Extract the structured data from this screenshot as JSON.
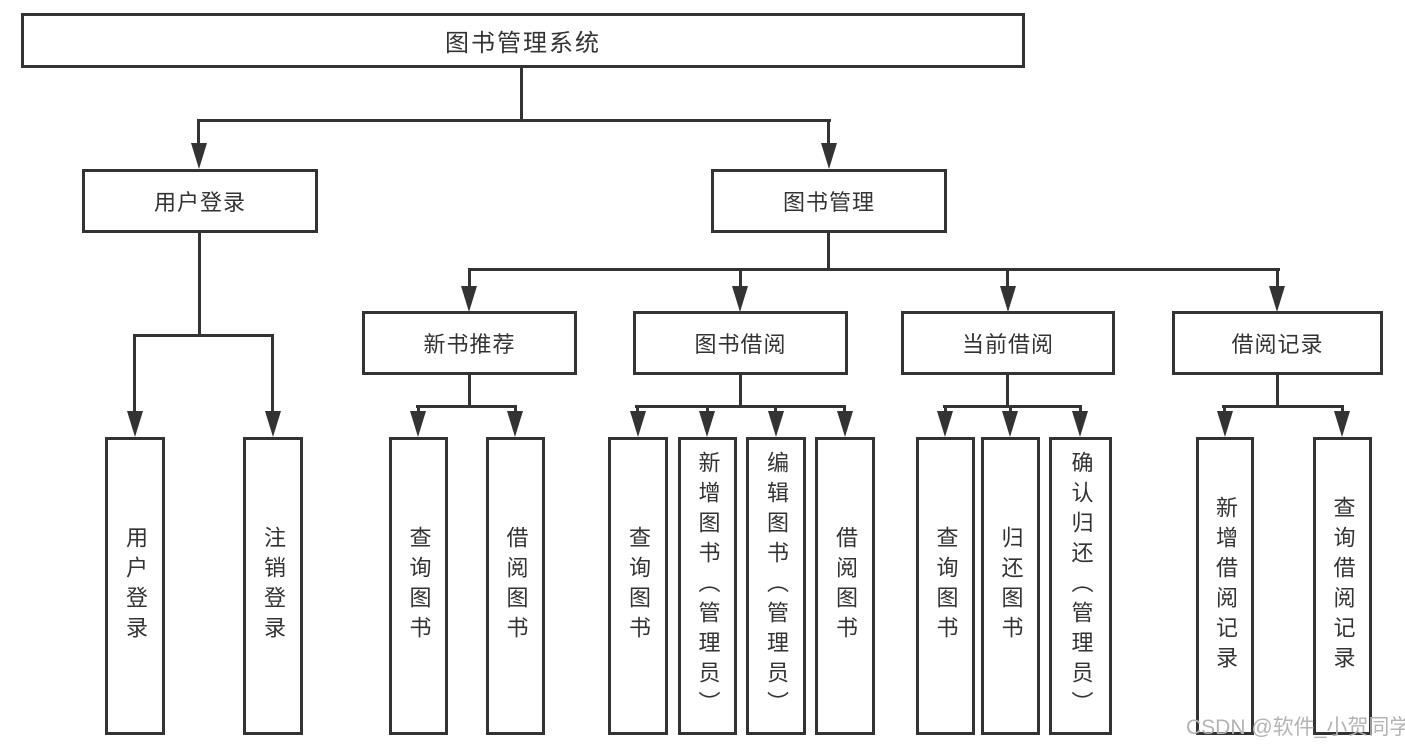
{
  "colors": {
    "background": "#ffffff",
    "line": "#333333",
    "text": "#333333",
    "watermark": "#b4b4b4"
  },
  "watermark": "CSDN @软件_小贺同学",
  "tree": {
    "root": "图书管理系统",
    "branches": [
      {
        "label": "用户登录",
        "children": [
          "用户登录",
          "注销登录"
        ]
      },
      {
        "label": "图书管理",
        "groups": [
          {
            "label": "新书推荐",
            "children": [
              "查询图书",
              "借阅图书"
            ]
          },
          {
            "label": "图书借阅",
            "children": [
              "查询图书",
              "新增图书（管理员）",
              "编辑图书（管理员）",
              "借阅图书"
            ]
          },
          {
            "label": "当前借阅",
            "children": [
              "查询图书",
              "归还图书",
              "确认归还（管理员）"
            ]
          },
          {
            "label": "借阅记录",
            "children": [
              "新增借阅记录",
              "查询借阅记录"
            ]
          }
        ]
      }
    ]
  }
}
